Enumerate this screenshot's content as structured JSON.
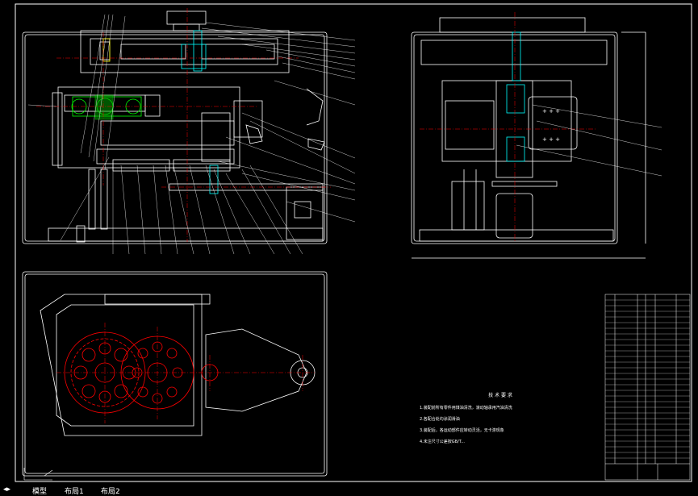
{
  "colors": {
    "background": "#000000",
    "outline": "#ffffff",
    "centerline": "#ff0000",
    "cyan": "#00ffff",
    "green": "#00ff00",
    "yellow": "#ffff00",
    "blue": "#4040ff"
  },
  "tech_notes": {
    "heading": "技 术 要 求",
    "lines": [
      "1.装配前所有零件用煤油清洗，滚动轴承用汽油清洗",
      "2.各配合处均涂润滑油",
      "3.装配后，各运动部件应转动灵活，无卡滞现象",
      "4.未注尺寸公差按GB/T..."
    ]
  },
  "layout_tabs": {
    "model": "模型",
    "layout1": "布局1",
    "layout2": "布局2"
  }
}
